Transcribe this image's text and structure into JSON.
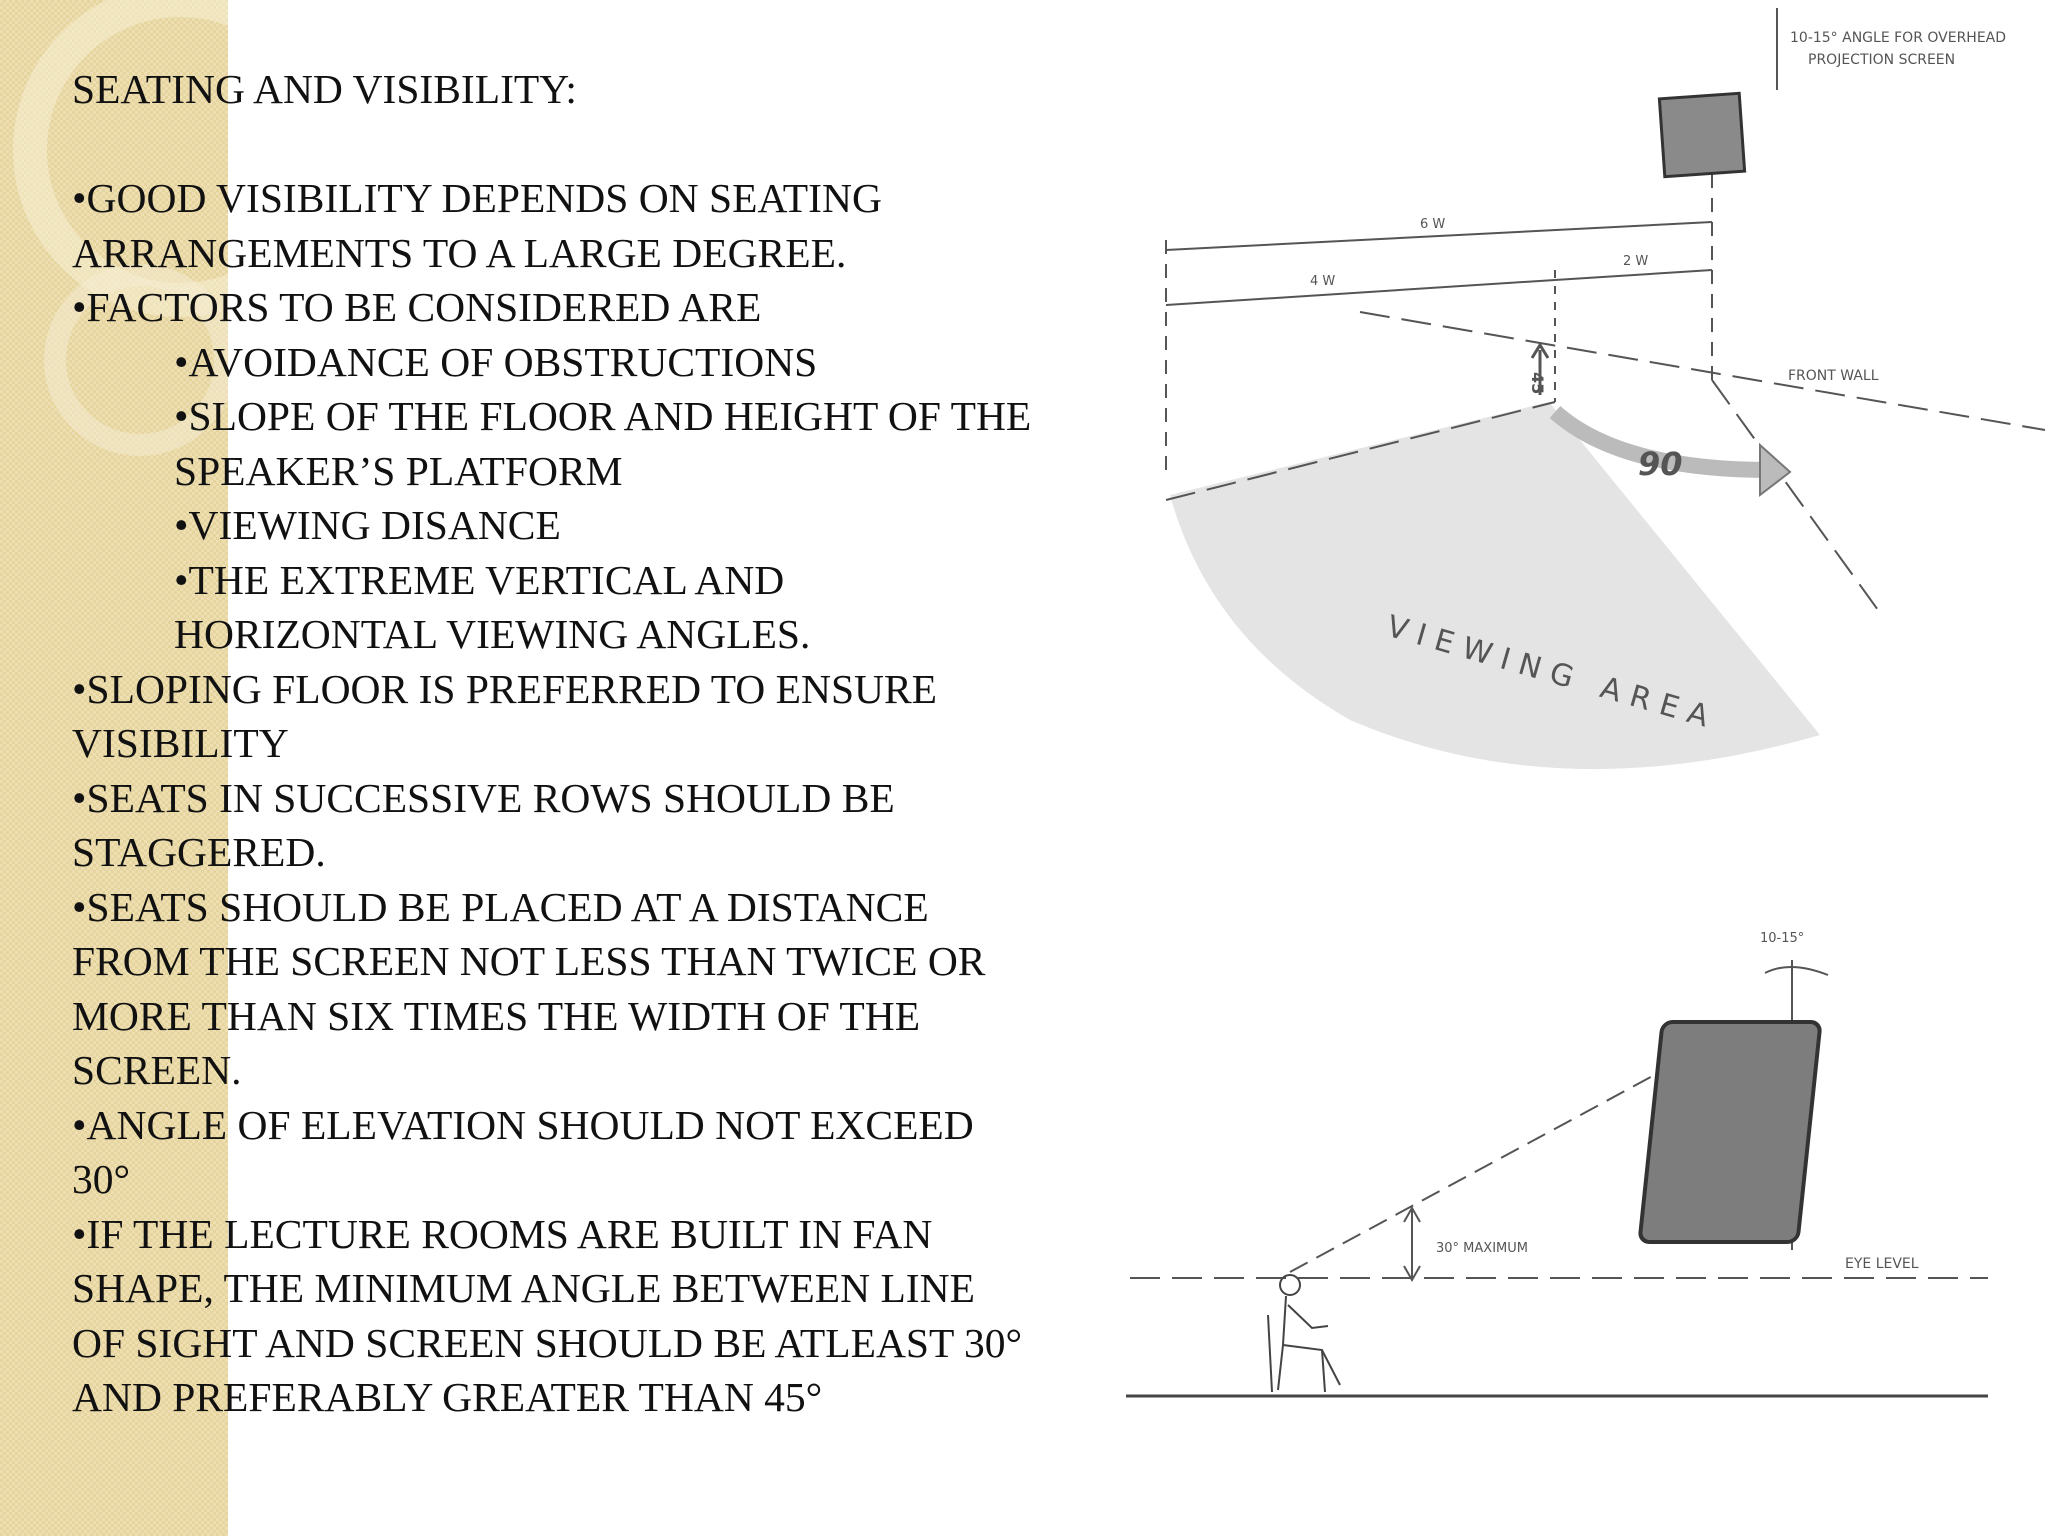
{
  "slide": {
    "title": "SEATING AND VISIBILITY:",
    "bullets": [
      {
        "level": 0,
        "lines": [
          "•GOOD VISIBILITY DEPENDS ON SEATING",
          "ARRANGEMENTS TO A LARGE DEGREE."
        ]
      },
      {
        "level": 0,
        "lines": [
          "•FACTORS TO BE CONSIDERED ARE"
        ]
      },
      {
        "level": 1,
        "lines": [
          "•AVOIDANCE OF OBSTRUCTIONS"
        ]
      },
      {
        "level": 1,
        "lines": [
          "•SLOPE OF THE FLOOR AND HEIGHT OF THE",
          "SPEAKER’S PLATFORM"
        ]
      },
      {
        "level": 1,
        "lines": [
          "•VIEWING  DISANCE"
        ]
      },
      {
        "level": 1,
        "lines": [
          "•THE EXTREME VERTICAL AND",
          "HORIZONTAL VIEWING ANGLES."
        ]
      },
      {
        "level": 0,
        "lines": [
          "•SLOPING FLOOR IS PREFERRED TO ENSURE",
          "VISIBILITY"
        ]
      },
      {
        "level": 0,
        "lines": [
          "•SEATS IN SUCCESSIVE ROWS SHOULD BE",
          "STAGGERED."
        ]
      },
      {
        "level": 0,
        "lines": [
          "•SEATS SHOULD BE PLACED AT A DISTANCE",
          "FROM THE SCREEN NOT LESS THAN TWICE OR",
          "MORE THAN SIX TIMES THE WIDTH OF THE",
          "SCREEN."
        ]
      },
      {
        "level": 0,
        "lines": [
          "•ANGLE OF ELEVATION SHOULD NOT EXCEED",
          "30°"
        ]
      },
      {
        "level": 0,
        "lines": [
          "•IF THE LECTURE ROOMS ARE BUILT IN FAN",
          "SHAPE, THE MINIMUM ANGLE BETWEEN LINE",
          "OF SIGHT AND SCREEN SHOULD BE ATLEAST 30°",
          "AND PREFERABLY GREATER THAN 45°"
        ]
      }
    ]
  },
  "plan_diagram": {
    "screen_angle_note": [
      "10-15° ANGLE FOR OVERHEAD",
      "PROJECTION SCREEN"
    ],
    "dim_6w": "6 W",
    "dim_4w": "4 W",
    "dim_2w": "2 W",
    "angle_45": "45",
    "angle_90": "90",
    "front_wall": "FRONT WALL",
    "viewing_area": "VIEWING AREA"
  },
  "section_diagram": {
    "tilt_range": "10-15°",
    "max_angle": "30° MAXIMUM",
    "eye_level": "EYE LEVEL"
  },
  "colors": {
    "stripe_base": "#e6d49e",
    "stripe_light": "#efe2b8",
    "text": "#111111",
    "drawing_line": "#555555",
    "viewing_fill": "#e4e4e4",
    "screen_fill": "#7d7d7d"
  }
}
